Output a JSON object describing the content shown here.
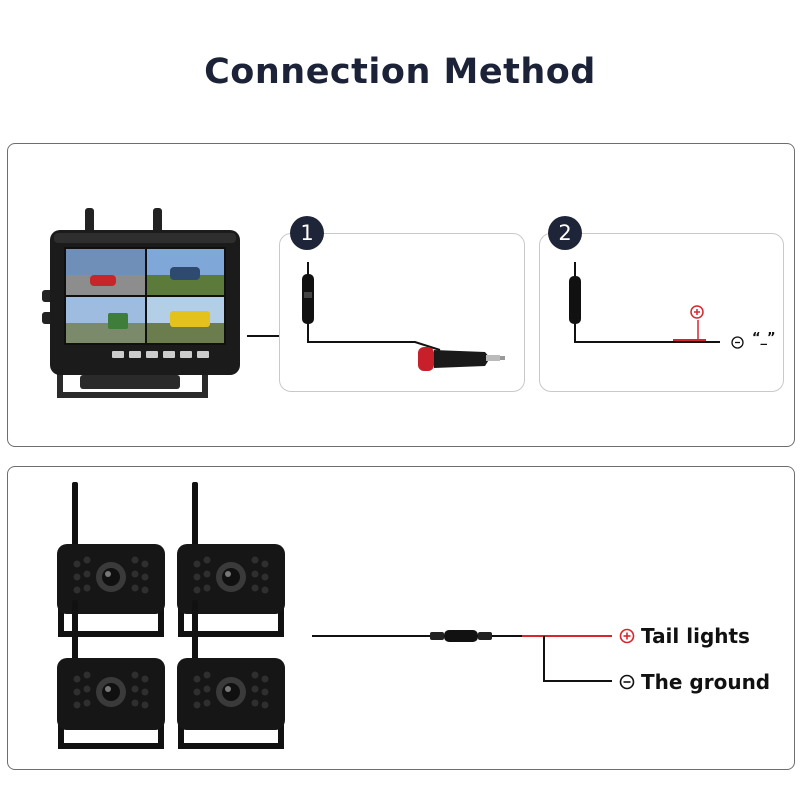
{
  "title": "Connection Method",
  "steps": [
    {
      "number": "1"
    },
    {
      "number": "2"
    }
  ],
  "step2": {
    "negative_text": "“_”"
  },
  "wiring": {
    "positive_label": "Tail lights",
    "ground_label": "The ground"
  },
  "colors": {
    "title": "#1c2238",
    "badge": "#1f2538",
    "positive_wire": "#d8262e",
    "ground_wire": "#111111"
  },
  "icons": [
    "monitor-icon",
    "cigarette-lighter-plug-icon",
    "inline-fuse-icon",
    "plus-circle-icon",
    "minus-circle-icon",
    "camera-icon"
  ]
}
